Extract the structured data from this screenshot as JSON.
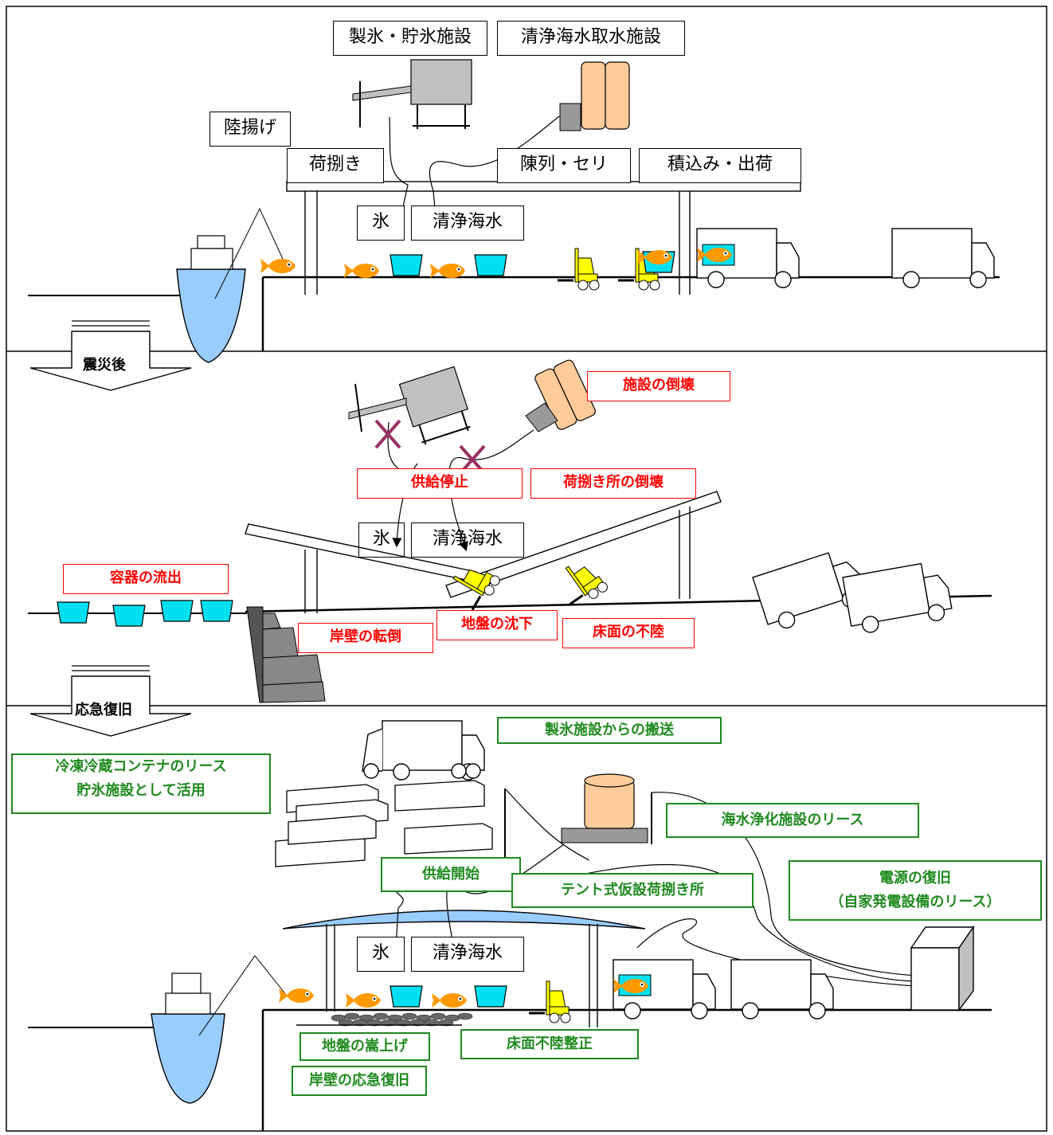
{
  "before": {
    "facility_ice": "製氷・貯氷施設",
    "facility_seawater": "清浄海水取水施設",
    "landing": "陸揚げ",
    "sorting": "荷捌き",
    "auction": "陳列・セリ",
    "shipping": "積込み・出荷",
    "ice": "氷",
    "clean_seawater": "清浄海水"
  },
  "after_quake": {
    "stage_label": "震災後",
    "facility_collapse": "施設の倒壊",
    "supply_stop": "供給停止",
    "shed_collapse": "荷捌き所の倒壊",
    "ice": "氷",
    "clean_seawater": "清浄海水",
    "container_outflow": "容器の流出",
    "quay_overturn": "岸壁の転倒",
    "ground_subsidence": "地盤の沈下",
    "floor_uneven": "床面の不陸"
  },
  "recovery": {
    "stage_label": "応急復旧",
    "ice_transport": "製氷施設からの搬送",
    "container_lease_line1": "冷凍冷蔵コンテナのリース",
    "container_lease_line2": "貯氷施設として活用",
    "seawater_lease": "海水浄化施設のリース",
    "supply_start": "供給開始",
    "tent_shed": "テント式仮設荷捌き所",
    "power_line1": "電源の復旧",
    "power_line2": "（自家発電設備のリース）",
    "ice": "氷",
    "clean_seawater": "清浄海水",
    "ground_raise": "地盤の嵩上げ",
    "floor_level": "床面不陸整正",
    "quay_repair": "岸壁の応急復旧"
  },
  "colors": {
    "damage": "#ff0000",
    "recovery": "#1e8a1e",
    "water_hull": "#99ccff",
    "container": "#00e0f0",
    "fish": "#ff9900",
    "forklift": "#ffff00",
    "tank": "#ffcc99",
    "cross": "#993366"
  }
}
